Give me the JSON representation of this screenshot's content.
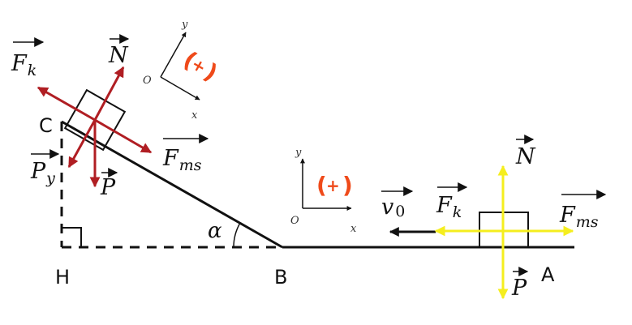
{
  "points": {
    "C": "C",
    "H": "H",
    "B": "B",
    "A": "A",
    "O1": "O",
    "O2": "O"
  },
  "axes": {
    "x": "x",
    "y": "y"
  },
  "angle": "α",
  "positive_direction": {
    "open": "(",
    "sign": "+",
    "close": ")"
  },
  "incline_forces": {
    "Fk": "F",
    "Fk_sub": "k",
    "N": "N",
    "Fms": "F",
    "Fms_sub": "ms",
    "Py": "P",
    "Py_sub": "y",
    "P": "P"
  },
  "ground_forces": {
    "N": "N",
    "Fk": "F",
    "Fk_sub": "k",
    "Fms": "F",
    "Fms_sub": "ms",
    "P": "P"
  },
  "velocity": {
    "symbol": "v",
    "sub": "0"
  },
  "colors": {
    "incline_force": "#b01e23",
    "ground_force": "#f5ee1e",
    "positive": "#ef4a1a",
    "line": "#111111"
  }
}
